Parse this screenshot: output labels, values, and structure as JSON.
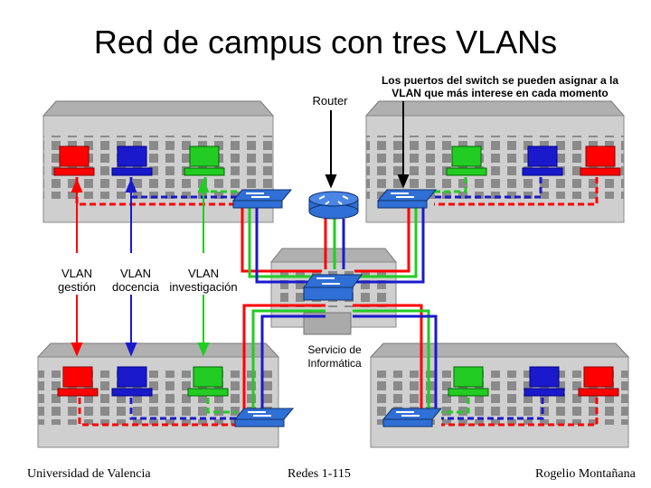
{
  "title": "Red de campus con tres VLANs",
  "labels": {
    "router": "Router",
    "switch_note": "Los puertos del switch se pueden asignar a la VLAN que más interese en cada momento",
    "vlan_gestion_1": "VLAN",
    "vlan_gestion_2": "gestión",
    "vlan_docencia_1": "VLAN",
    "vlan_docencia_2": "docencia",
    "vlan_investigacion_1": "VLAN",
    "vlan_investigacion_2": "investigación",
    "servicio_1": "Servicio de",
    "servicio_2": "Informática"
  },
  "footer": {
    "left": "Universidad de Valencia",
    "center": "Redes 1-115",
    "right": "Rogelio Montañana"
  },
  "colors": {
    "vlan_gestion": "#ff0000",
    "vlan_docencia": "#1a1acc",
    "vlan_investigacion": "#22cc22",
    "building": "#c8c8c8",
    "switch": "#2f6fd6",
    "router": "#2f6fd6"
  }
}
